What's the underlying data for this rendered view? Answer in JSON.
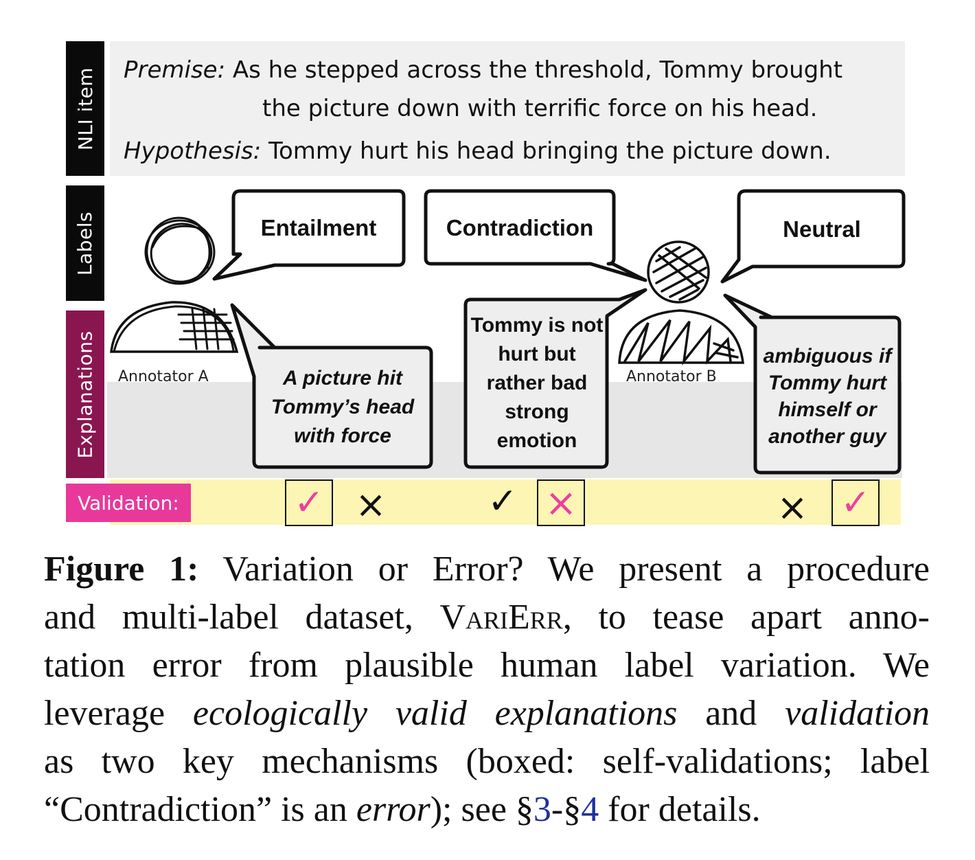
{
  "side_labels": {
    "nli_item": "NLI item",
    "labels": "Labels",
    "explanations": "Explanations"
  },
  "nli": {
    "premise_tag": "Premise:",
    "premise_line1": "As he stepped across the threshold, Tommy brought",
    "premise_line2": "the picture down with terrific force on his head.",
    "hypothesis_tag": "Hypothesis:",
    "hypothesis_text": "Tommy hurt his head bringing the picture down."
  },
  "labels": {
    "entailment": "Entailment",
    "contradiction": "Contradiction",
    "neutral": "Neutral"
  },
  "annotators": {
    "a": "Annotator A",
    "b": "Annotator B"
  },
  "explanations": {
    "entailment": "A picture hit Tommy’s head with force",
    "contradiction": "Tommy is not hurt but rather bad strong emotion",
    "neutral": "ambiguous if Tommy hurt himself or another guy"
  },
  "validation": {
    "label": "Validation:",
    "check": "✓",
    "cross": "×"
  },
  "caption": {
    "fig": "Figure 1:",
    "l1": "Variation or Error? We present a procedure",
    "l2a": "and multi-label dataset,",
    "name": "VariErr",
    "l2b": ", to tease apart anno-",
    "l3": "tation error from plausible human label variation. We",
    "l4a": "leverage",
    "l4b": "ecologically valid explanations",
    "l4c": "and",
    "l4d": "validation",
    "l5": "as two key mechanisms (boxed: self-validations; label",
    "l6a": "“Contradiction” is an",
    "l6b": "error",
    "l6c": "); see §",
    "ref1": "3",
    "l6d": "-§",
    "ref2": "4",
    "l6e": " for details."
  },
  "colors": {
    "explanations_side": "#8a1650",
    "validation_label_bg": "#e8399a",
    "validation_strip": "#fdf5b4",
    "nli_bg": "#f0f0f0",
    "mark_pink": "#ee3fa0",
    "ref_blue": "#1f2fa0"
  }
}
